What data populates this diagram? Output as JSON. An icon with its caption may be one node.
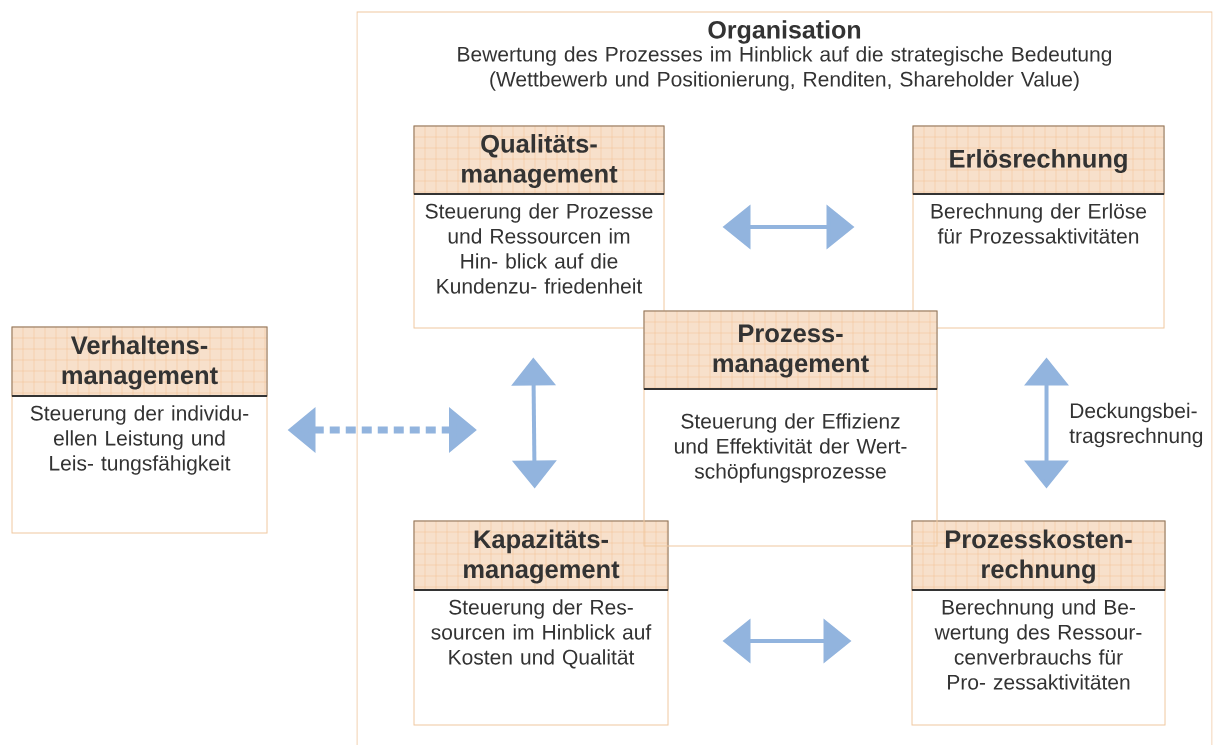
{
  "diagram": {
    "nodes": [
      {
        "text": [
          "Organisation",
          "Bewertung des Prozesses im Hinblick auf die strategische Bedeutung (Wettbewerb und Positionierung, Renditen, Shareholder Value)"
        ]
      },
      {
        "text": [
          "Qualitäts- management",
          "Steuerung der Prozesse und Ressourcen im Hin- blick auf die Kundenzu- friedenheit"
        ],
        "in": 0
      },
      {
        "text": [
          "Erlösrechnung",
          "Berechnung der Erlöse für Prozessaktivitäten"
        ],
        "in": 0
      },
      {
        "text": [
          "Prozess- management",
          "Steuerung der Effizienz und Effektivität der  Wert- schöpfungsprozesse"
        ],
        "in": 0
      },
      {
        "text": [
          "Verhaltens- management",
          "Steuerung der individu- ellen Leistung und Leis- tungsfähigkeit"
        ]
      },
      {
        "text": [
          "Kapazitäts- management",
          "Steuerung der Res- sourcen im Hinblick auf Kosten und Qualität"
        ],
        "in": 0
      },
      {
        "text": [
          "Prozesskosten- rechnung",
          "Berechnung und Be- wertung des Ressour- cenverbrauchs  für Pro- zessaktivitäten"
        ],
        "in": 0
      }
    ],
    "edges": [
      {
        "from": 1,
        "to": 2,
        "arrow": "both"
      },
      {
        "from": 4,
        "to": null,
        "arrow": "both",
        "style": "dashed"
      },
      {
        "from": 1,
        "to": 5,
        "arrow": "both"
      },
      {
        "from": 2,
        "to": 6,
        "arrow": "both",
        "label": "Deckungsbei- tragsrechnung"
      },
      {
        "from": 5,
        "to": 6,
        "arrow": "both"
      }
    ]
  }
}
